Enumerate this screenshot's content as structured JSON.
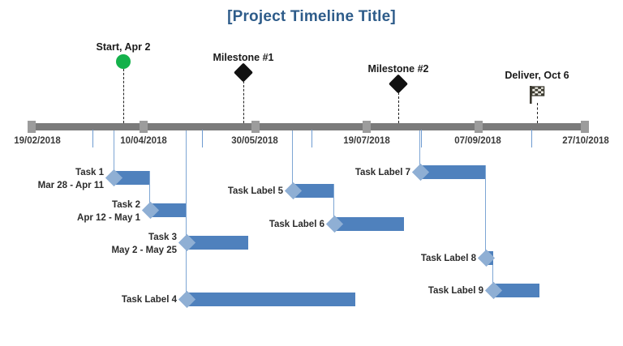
{
  "title": "[Project Timeline Title]",
  "accent_color": "#2E5C8A",
  "bar_color": "#4F81BD",
  "bar_head_color": "#8FAFD4",
  "axis_color": "#7B7B7B",
  "gridline_color": "#6E9BD1",
  "milestone_start_color": "#14B14B",
  "milestone_color": "#111111",
  "chart_data": {
    "type": "bar",
    "title": "[Project Timeline Title]",
    "xlabel": "",
    "ylabel": "",
    "orientation": "horizontal",
    "axis_ticks": [
      "19/02/2018",
      "10/04/2018",
      "30/05/2018",
      "19/07/2018",
      "07/09/2018",
      "27/10/2018"
    ],
    "axis_range": [
      "19/02/2018",
      "27/10/2018"
    ],
    "grid": true,
    "legend": "none",
    "milestones": [
      {
        "label": "Start, Apr 2",
        "marker": "circle",
        "color": "#14B14B"
      },
      {
        "label": "Milestone #1",
        "marker": "diamond",
        "color": "#111111"
      },
      {
        "label": "Milestone #2",
        "marker": "diamond",
        "color": "#111111"
      },
      {
        "label": "Deliver, Oct 6",
        "marker": "flag",
        "color": "#111111"
      }
    ],
    "tasks": [
      {
        "label": "Task 1",
        "dates": "Mar 28 - Apr 11"
      },
      {
        "label": "Task 2",
        "dates": "Apr 12 - May 1"
      },
      {
        "label": "Task 3",
        "dates": "May 2 - May 25"
      },
      {
        "label": "Task Label 4",
        "dates": ""
      },
      {
        "label": "Task Label 5",
        "dates": ""
      },
      {
        "label": "Task Label 6",
        "dates": ""
      },
      {
        "label": "Task Label 7",
        "dates": ""
      },
      {
        "label": "Task Label 8",
        "dates": ""
      },
      {
        "label": "Task Label 9",
        "dates": ""
      }
    ]
  },
  "axis": {
    "ticks": [
      {
        "label": "19/02/2018"
      },
      {
        "label": "10/04/2018"
      },
      {
        "label": "30/05/2018"
      },
      {
        "label": "19/07/2018"
      },
      {
        "label": "07/09/2018"
      },
      {
        "label": "27/10/2018"
      }
    ]
  },
  "milestones": [
    {
      "label": "Start, Apr 2"
    },
    {
      "label": "Milestone #1"
    },
    {
      "label": "Milestone #2"
    },
    {
      "label": "Deliver, Oct 6"
    }
  ],
  "tasks": [
    {
      "label": "Task 1",
      "dates": "Mar 28 - Apr 11"
    },
    {
      "label": "Task 2",
      "dates": "Apr 12 - May 1"
    },
    {
      "label": "Task 3",
      "dates": "May 2 - May 25"
    },
    {
      "label": "Task Label 4",
      "dates": ""
    },
    {
      "label": "Task Label 5",
      "dates": ""
    },
    {
      "label": "Task Label 6",
      "dates": ""
    },
    {
      "label": "Task Label 7",
      "dates": ""
    },
    {
      "label": "Task Label 8",
      "dates": ""
    },
    {
      "label": "Task Label 9",
      "dates": ""
    }
  ]
}
